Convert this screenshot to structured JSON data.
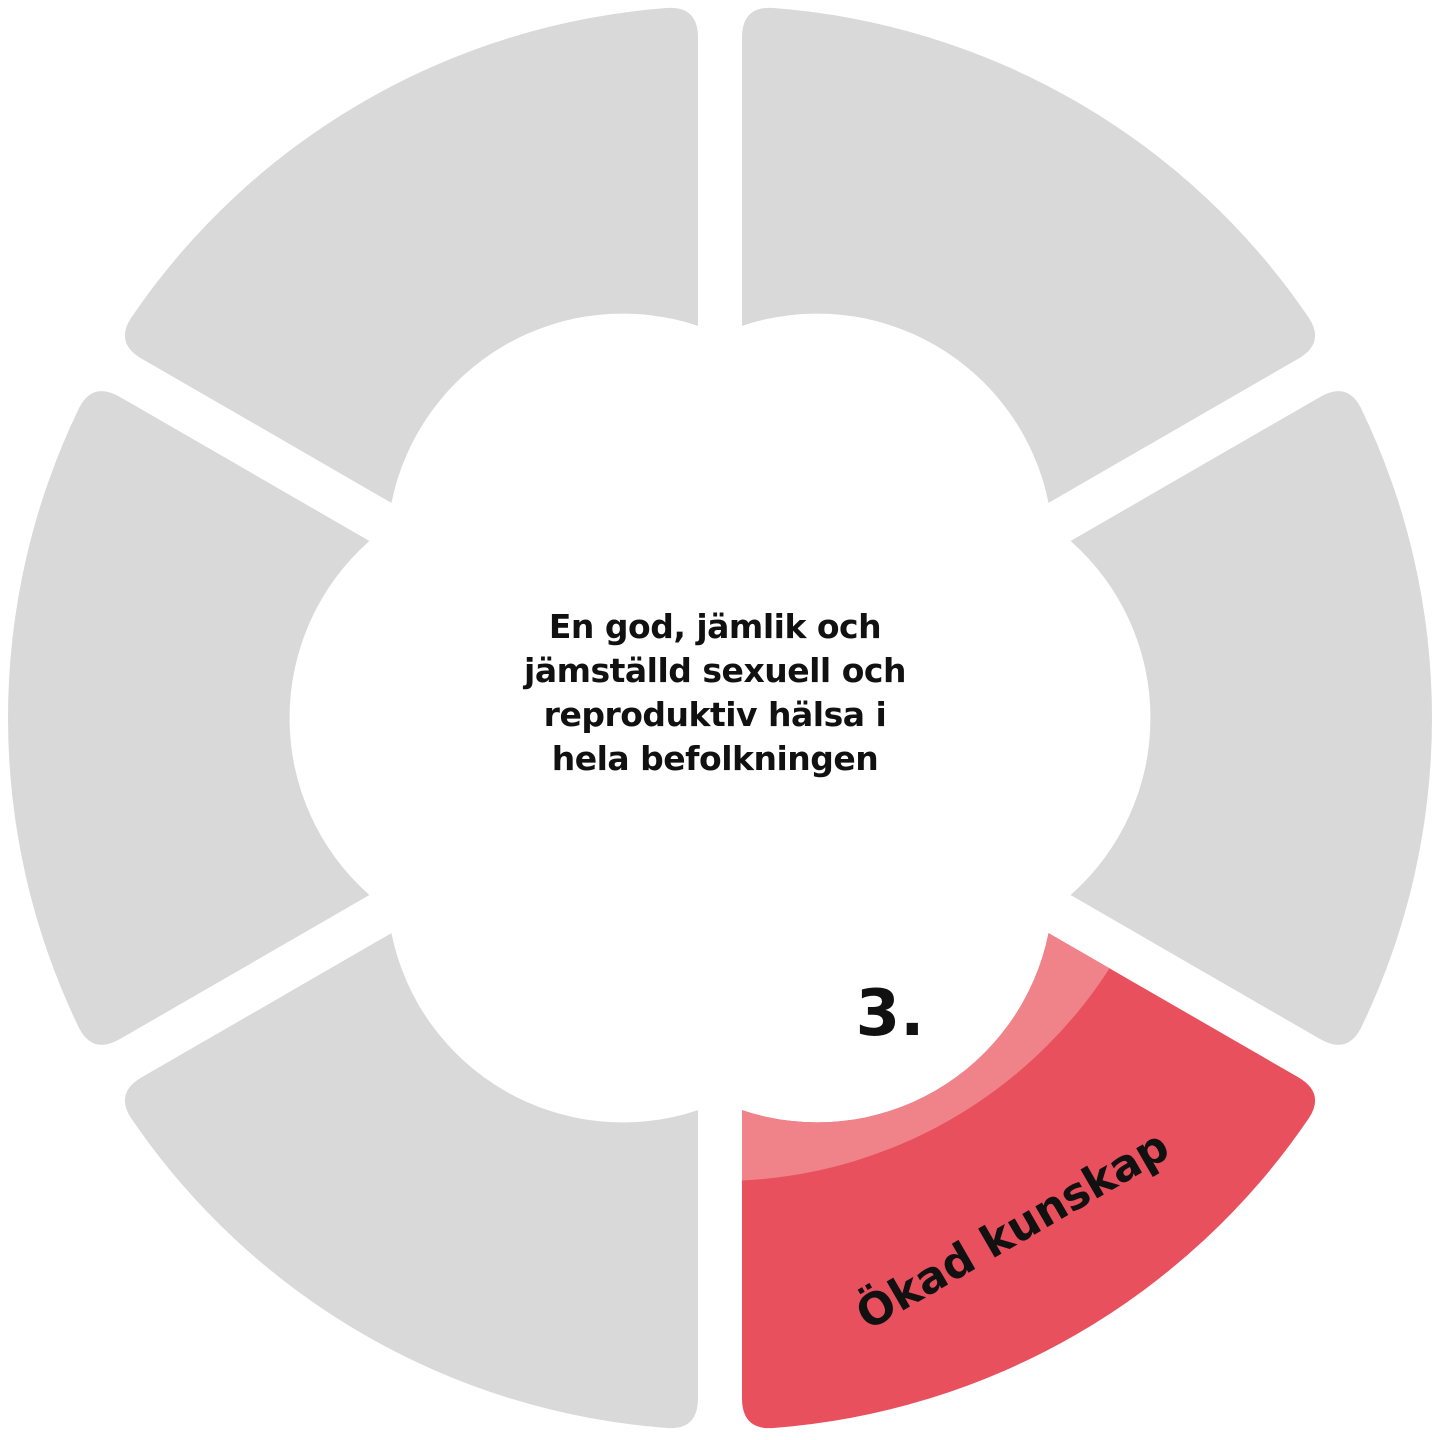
{
  "center": {
    "lines": [
      "En god, jämlik och",
      "jämställd sexuell och",
      "reproduktiv hälsa i",
      "hela befolkningen"
    ]
  },
  "segments": [
    {
      "id": "top-right",
      "active": false
    },
    {
      "id": "right",
      "active": false
    },
    {
      "id": "bottom-right",
      "active": true,
      "number": "3.",
      "label": "Ökad kunskap"
    },
    {
      "id": "bottom-left",
      "active": false
    },
    {
      "id": "left",
      "active": false
    },
    {
      "id": "top-left",
      "active": false
    }
  ],
  "colors": {
    "inactive": "#d9d9d9",
    "active_inner": "#f0828a",
    "active_outer": "#e9505e",
    "text": "#111111",
    "background": "#ffffff"
  }
}
